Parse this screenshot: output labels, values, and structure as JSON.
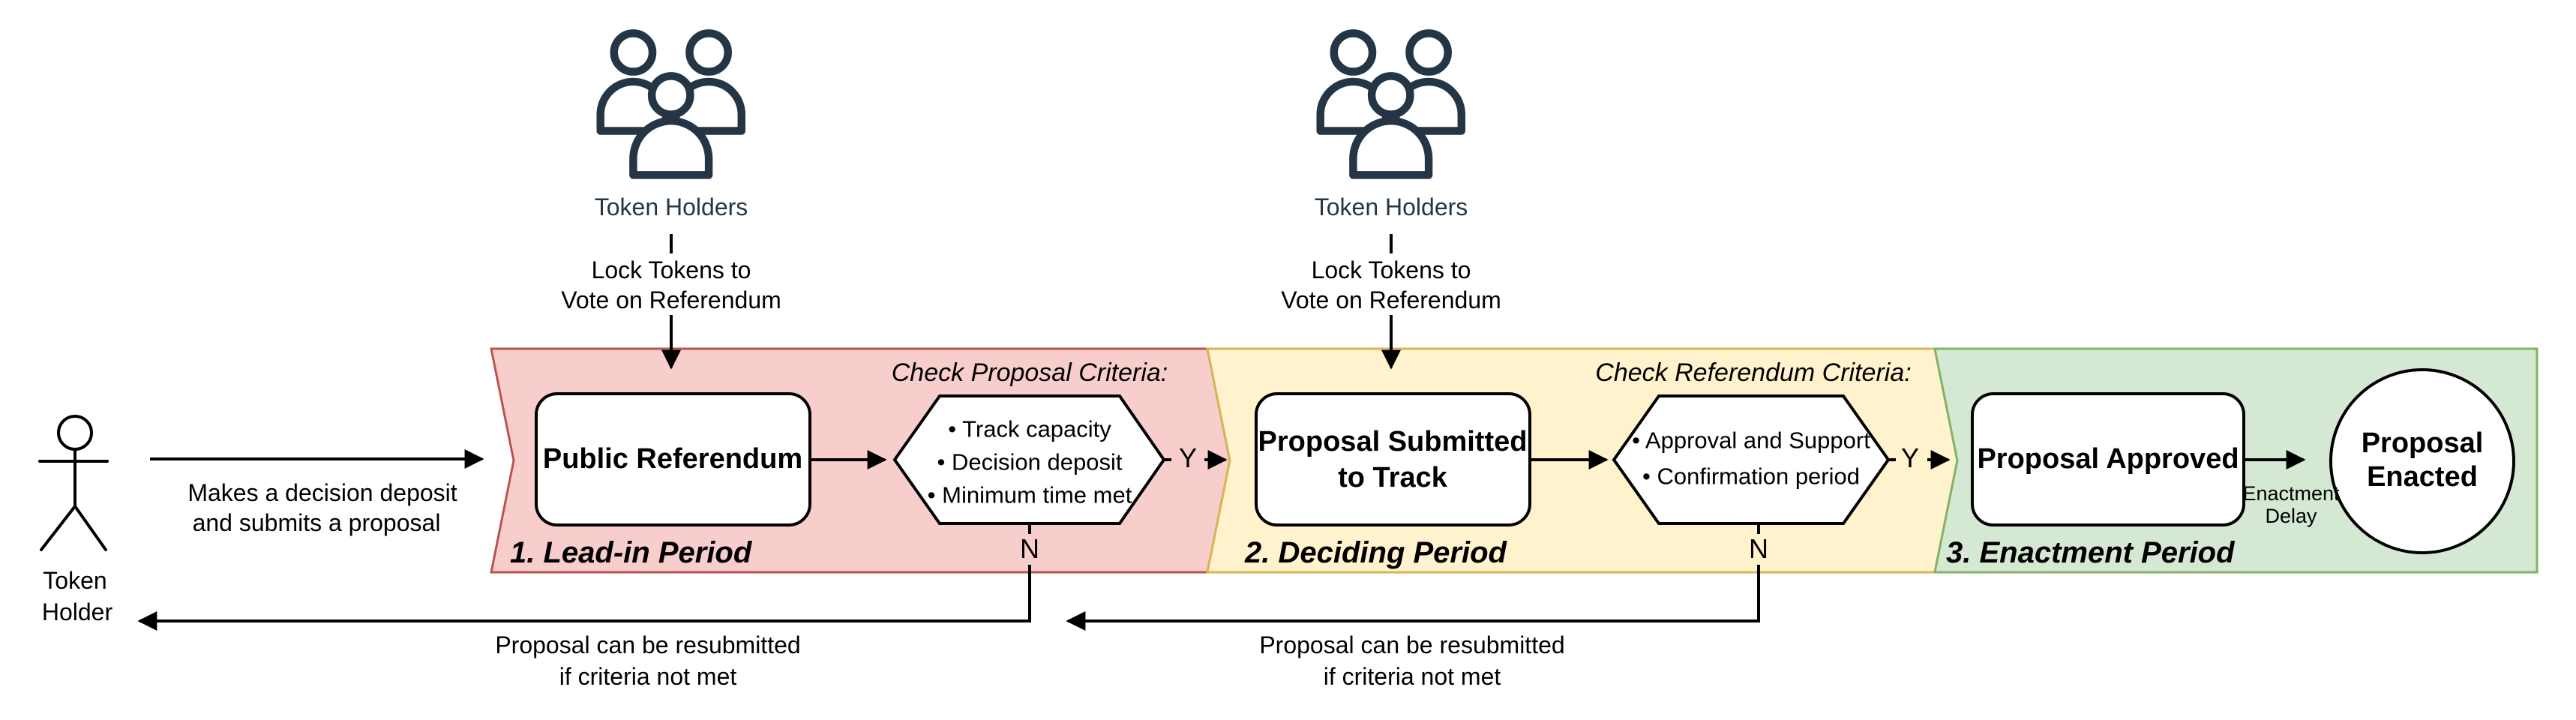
{
  "colors": {
    "stage1_fill": "#F8CECC",
    "stage1_stroke": "#B85450",
    "stage2_fill": "#FFF2CC",
    "stage2_stroke": "#D6B656",
    "stage3_fill": "#D5E8D4",
    "stage3_stroke": "#82B366",
    "people_icon": "#243645",
    "line": "#000000",
    "node_fill": "#FFFFFF"
  },
  "actor": {
    "name_line1": "Token",
    "name_line2": "Holder",
    "action_line1": "Makes a decision deposit",
    "action_line2": "and submits a proposal"
  },
  "voters1": {
    "label": "Token Holders",
    "action_line1": "Lock Tokens to",
    "action_line2": "Vote on Referendum"
  },
  "voters2": {
    "label": "Token Holders",
    "action_line1": "Lock Tokens to",
    "action_line2": "Vote on Referendum"
  },
  "stage1": {
    "label": "1. Lead-in Period",
    "node": "Public Referendum",
    "criteria_title": "Check Proposal Criteria:",
    "criteria": [
      "• Track capacity",
      "• Decision deposit",
      "• Minimum time met"
    ],
    "yes": "Y",
    "no": "N"
  },
  "stage2": {
    "label": "2. Deciding Period",
    "node_line1": "Proposal Submitted",
    "node_line2": "to Track",
    "criteria_title": "Check Referendum Criteria:",
    "criteria": [
      "• Approval and Support",
      "• Confirmation period"
    ],
    "yes": "Y",
    "no": "N"
  },
  "stage3": {
    "label": "3. Enactment Period",
    "node": "Proposal Approved",
    "delay_line1": "Enactment",
    "delay_line2": "Delay",
    "end_line1": "Proposal",
    "end_line2": "Enacted"
  },
  "feedback1": {
    "line1": "Proposal can be resubmitted",
    "line2": "if criteria not met"
  },
  "feedback2": {
    "line1": "Proposal can be resubmitted",
    "line2": "if criteria not met"
  }
}
